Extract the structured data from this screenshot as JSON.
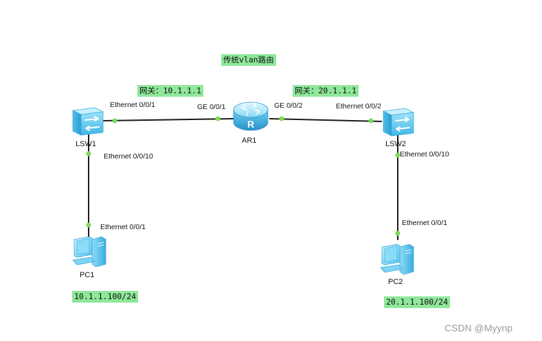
{
  "title": "传统vlan路由",
  "gateways": {
    "left": "网关：10.1.1.1",
    "right": "网关：20.1.1.1"
  },
  "devices": {
    "lsw1": "LSW1",
    "lsw2": "LSW2",
    "ar1": "AR1",
    "pc1": "PC1",
    "pc2": "PC2"
  },
  "ports": {
    "lsw1_up": "Ethernet 0/0/1",
    "ar1_left": "GE 0/0/1",
    "ar1_right": "GE 0/0/2",
    "lsw2_up": "Ethernet 0/0/2",
    "lsw1_down": "Ethernet 0/0/10",
    "pc1_port": "Ethernet 0/0/1",
    "lsw2_down": "Ethernet 0/0/10",
    "pc2_port": "Ethernet 0/0/1"
  },
  "addresses": {
    "pc1": "10.1.1.100/24",
    "pc2": "20.1.1.100/24"
  },
  "watermark": "CSDN @Myynp",
  "colors": {
    "note_bg": "#8fe79a",
    "port_dot": "#7ed957",
    "link": "#1a1a1a",
    "device": "#5ec7ee"
  }
}
